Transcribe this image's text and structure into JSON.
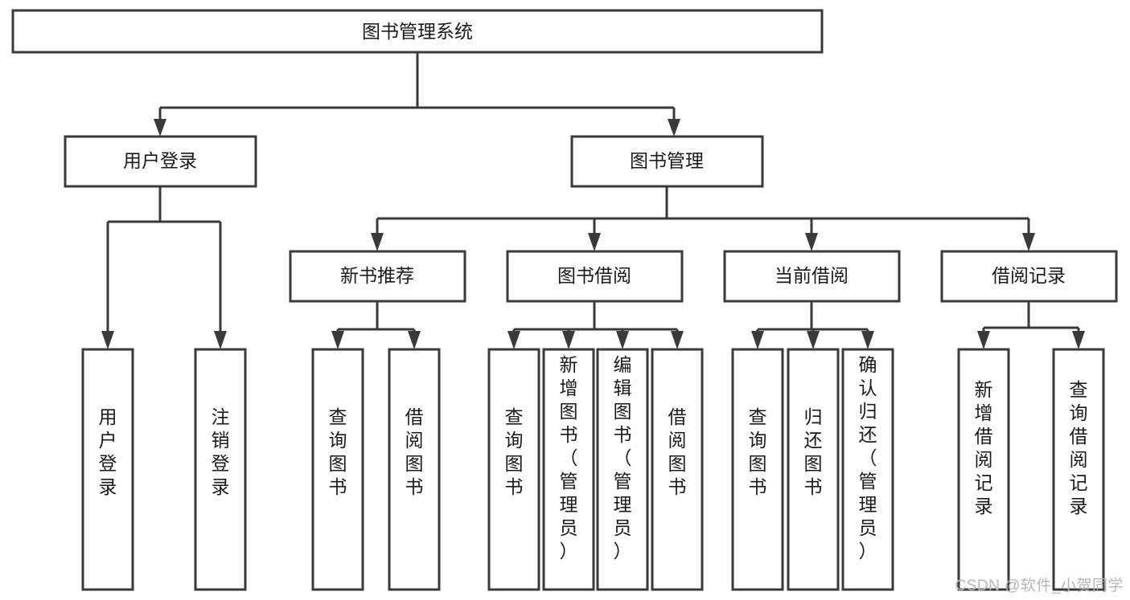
{
  "diagram": {
    "title": "图书管理系统",
    "type": "tree-hierarchy-diagram",
    "orientation": "top-down",
    "colors": {
      "background": "#ffffff",
      "box_stroke": "#3a3a3a",
      "box_fill": "#ffffff",
      "text": "#1a1a1a",
      "watermark": "#b6b6b6"
    },
    "root": {
      "label": "图书管理系统"
    },
    "level2": [
      {
        "label": "用户登录"
      },
      {
        "label": "图书管理"
      }
    ],
    "level3": [
      {
        "label": "新书推荐"
      },
      {
        "label": "图书借阅"
      },
      {
        "label": "当前借阅"
      },
      {
        "label": "借阅记录"
      }
    ],
    "leaves": {
      "user_login": [
        {
          "label": "用户登录"
        },
        {
          "label": "注销登录"
        }
      ],
      "new_book_recommend": [
        {
          "label": "查询图书"
        },
        {
          "label": "借阅图书"
        }
      ],
      "book_borrow": [
        {
          "label": "查询图书"
        },
        {
          "label": "新增图书（管理员）"
        },
        {
          "label": "编辑图书（管理员）"
        },
        {
          "label": "借阅图书"
        }
      ],
      "current_borrow": [
        {
          "label": "查询图书"
        },
        {
          "label": "归还图书"
        },
        {
          "label": "确认归还（管理员）"
        }
      ],
      "borrow_record": [
        {
          "label": "新增借阅记录"
        },
        {
          "label": "查询借阅记录"
        }
      ]
    }
  },
  "watermark": {
    "text": "CSDN @软件_小贺同学"
  }
}
